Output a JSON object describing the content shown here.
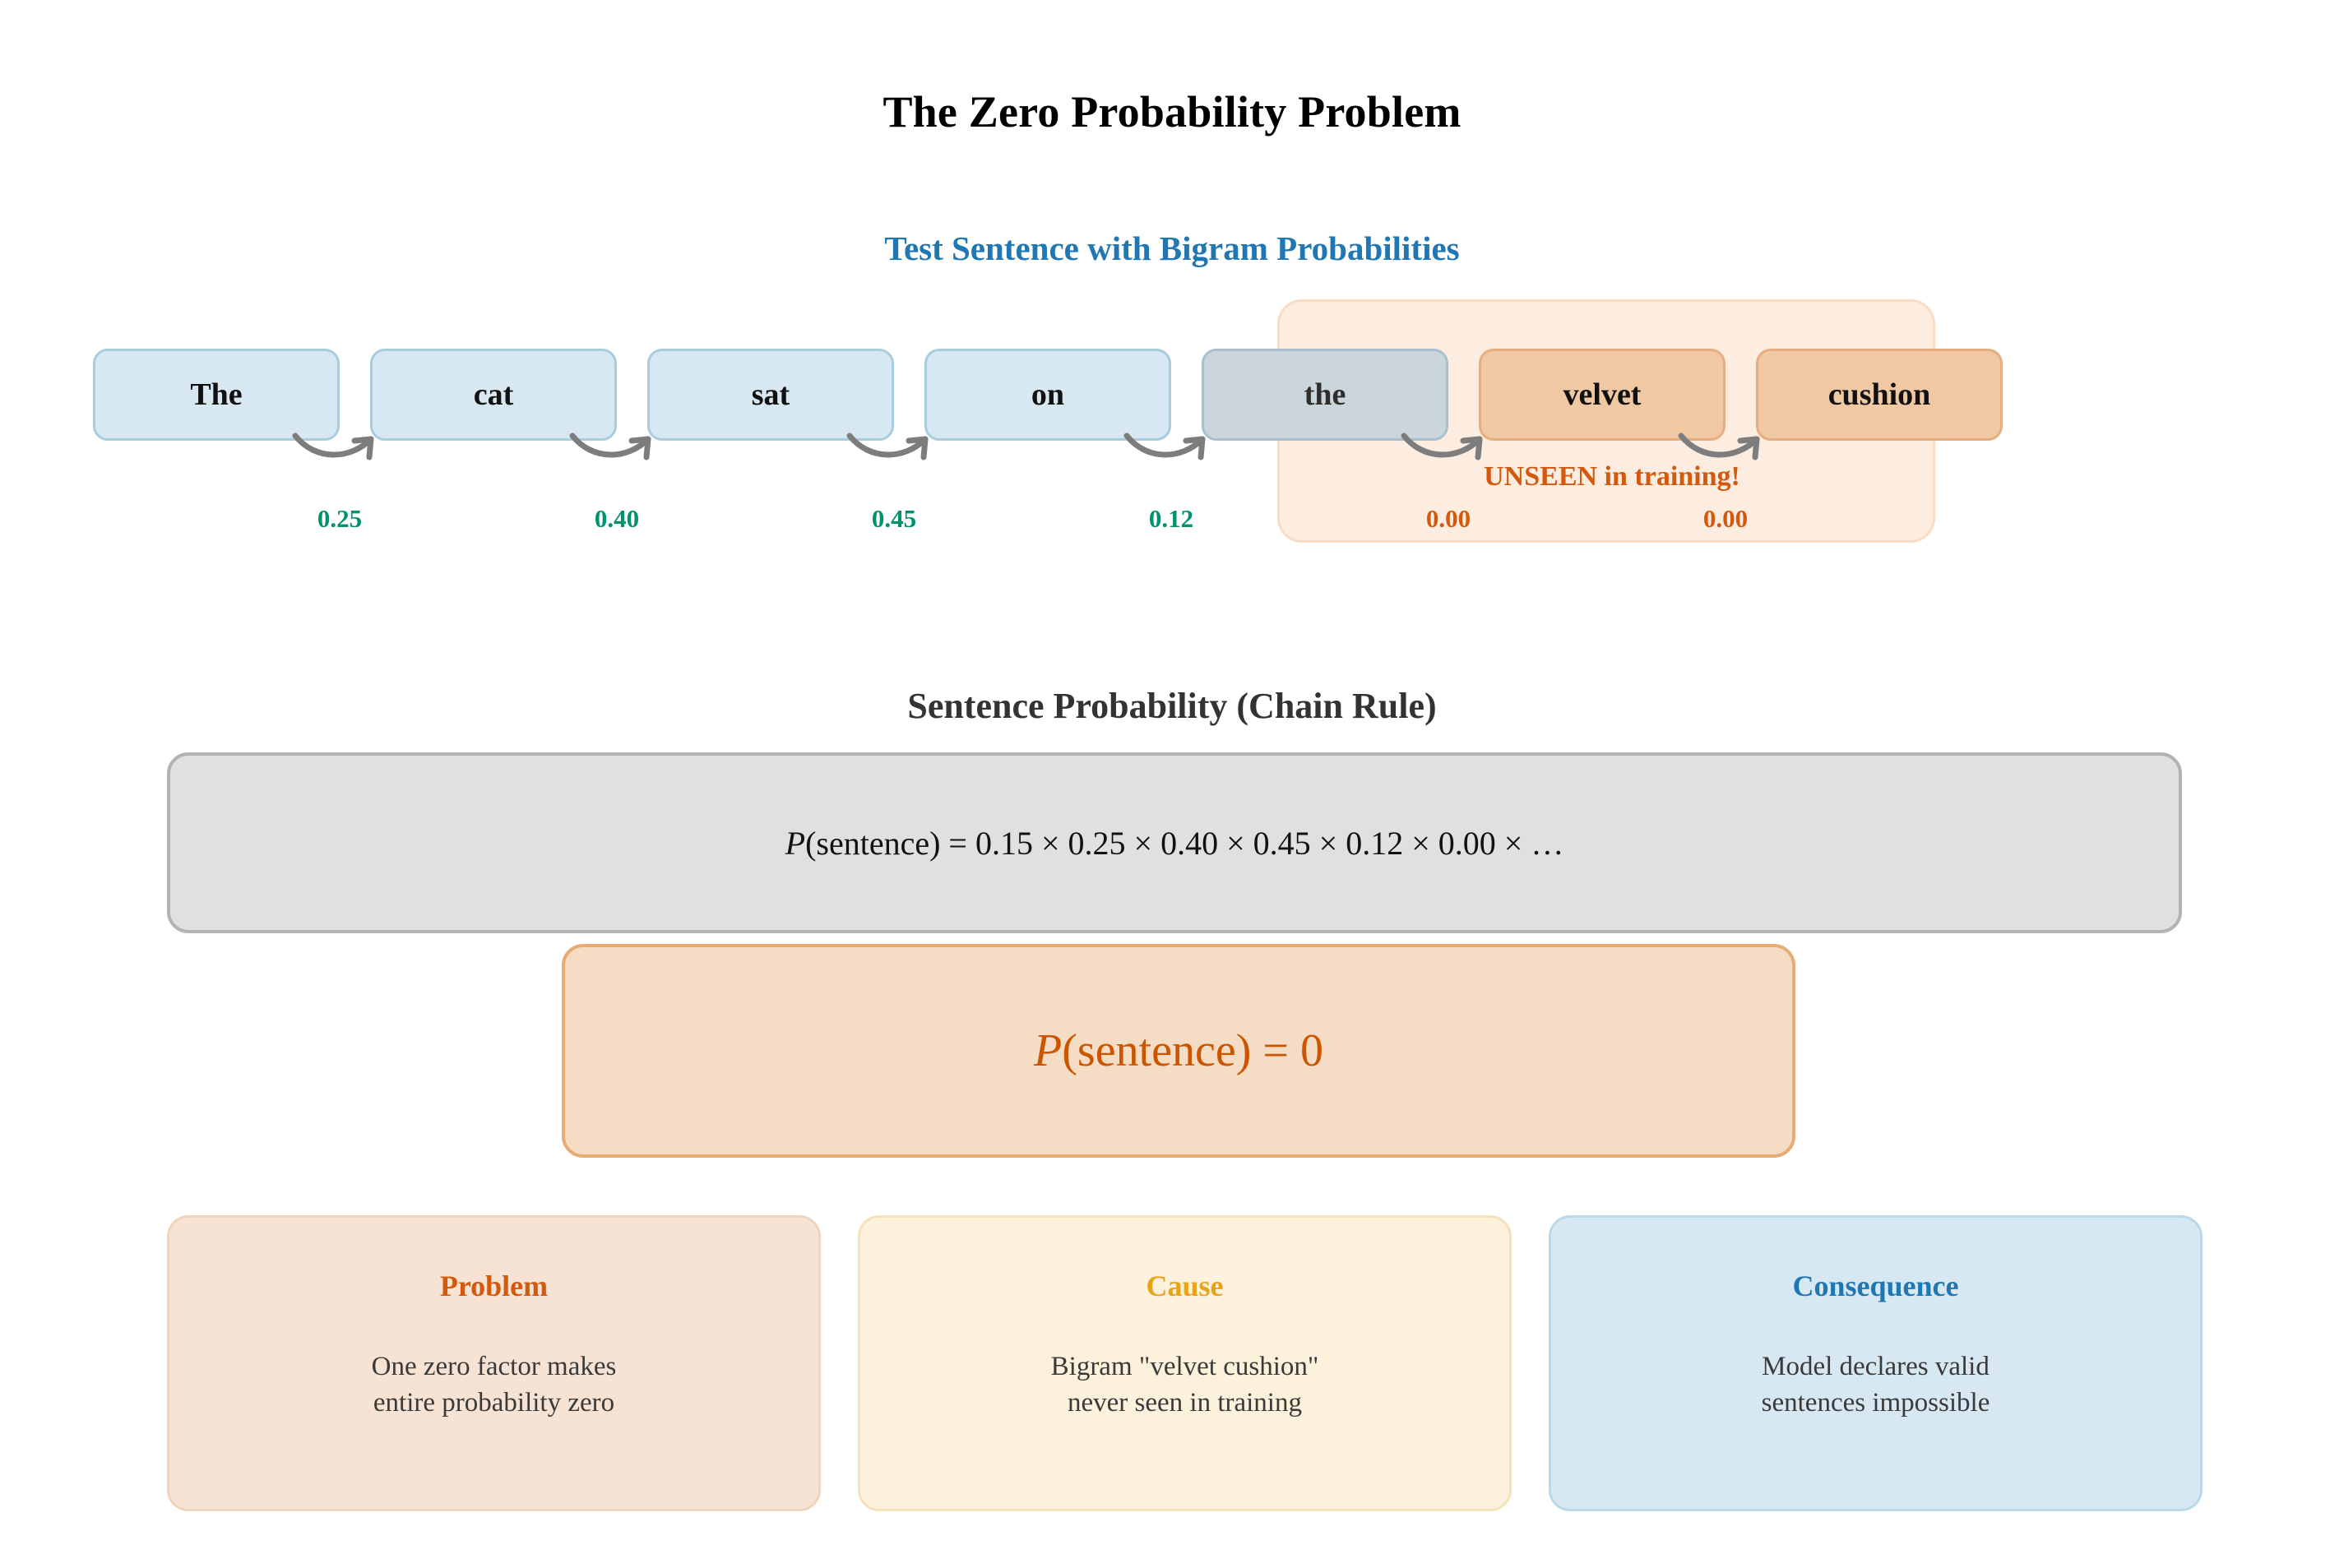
{
  "page": {
    "title": "The Zero Probability Problem"
  },
  "sentence_section": {
    "heading": "Test Sentence with Bigram Probabilities",
    "words": [
      {
        "text": "The",
        "state": "seen"
      },
      {
        "text": "cat",
        "state": "seen"
      },
      {
        "text": "sat",
        "state": "seen"
      },
      {
        "text": "on",
        "state": "seen"
      },
      {
        "text": "the",
        "state": "seen"
      },
      {
        "text": "velvet",
        "state": "unseen"
      },
      {
        "text": "cushion",
        "state": "unseen"
      }
    ],
    "transitions": [
      {
        "probability": "0.25",
        "state": "known"
      },
      {
        "probability": "0.40",
        "state": "known"
      },
      {
        "probability": "0.45",
        "state": "known"
      },
      {
        "probability": "0.12",
        "state": "known"
      },
      {
        "probability": "0.00",
        "state": "zero"
      },
      {
        "probability": "0.00",
        "state": "zero"
      }
    ],
    "highlight_note": "UNSEEN in training!"
  },
  "chain_rule_section": {
    "heading": "Sentence Probability (Chain Rule)",
    "formula": {
      "func": "P",
      "arg": "(sentence)",
      "equals": "=",
      "factors": [
        "0.15",
        "0.25",
        "0.40",
        "0.45",
        "0.12",
        "0.00"
      ],
      "times": "×",
      "ellipsis": "…",
      "full_text": "P(sentence) = 0.15 × 0.25 × 0.40 × 0.45 × 0.12 × 0.00 × …"
    },
    "result": {
      "func": "P",
      "arg": "(sentence)",
      "equals": "=",
      "value": "0",
      "full_text": "P(sentence) = 0"
    }
  },
  "cards": [
    {
      "title": "Problem",
      "line1": "One zero factor makes",
      "line2": "entire probability zero",
      "accent": "#d2590d"
    },
    {
      "title": "Cause",
      "line1": "Bigram \"velvet cushion\"",
      "line2": "never seen in training",
      "accent": "#e8a317"
    },
    {
      "title": "Consequence",
      "line1": "Model declares valid",
      "line2": "sentences impossible",
      "accent": "#1f77b4"
    }
  ],
  "colors": {
    "seen_fill": "#d8e8f2",
    "seen_border": "#a9ccde",
    "unseen_fill": "#f0c8a4",
    "unseen_border": "#e6ae80",
    "known_prob": "#00916e",
    "zero_prob": "#d2590d",
    "chain_fill": "#e0e0e0",
    "result_fill": "#f5dcc4",
    "accent_blue": "#1f77b4",
    "accent_orange": "#cc5500"
  }
}
